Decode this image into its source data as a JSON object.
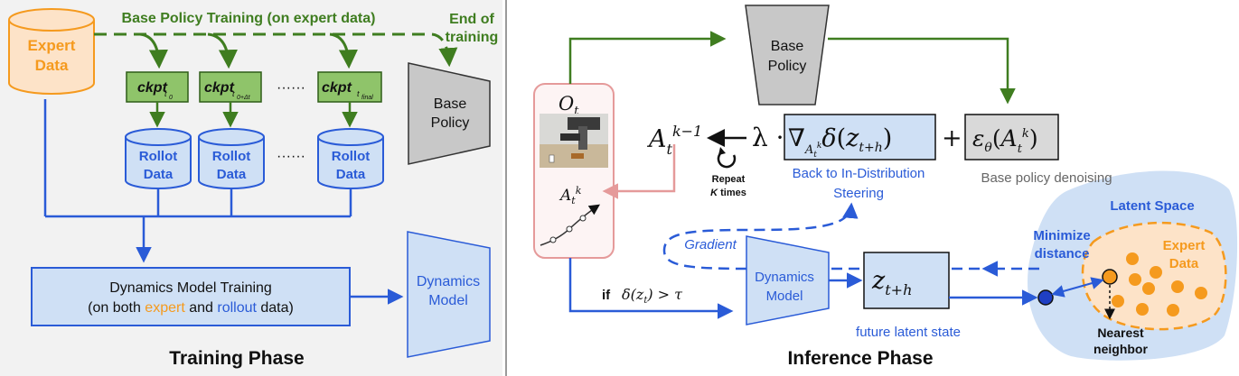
{
  "colors": {
    "green": "#3f7d20",
    "blue": "#2a5bd7",
    "orange": "#f59a1e",
    "pink": "#e59a9a",
    "gray_box": "#c8c8c8",
    "blue_box": "#cfe0f5",
    "green_box": "#8fc46a",
    "latent_bg": "#cfe0f5"
  },
  "training": {
    "expert_data_line1": "Expert",
    "expert_data_line2": "Data",
    "base_policy_training": "Base Policy Training (on expert data)",
    "end_of_training_line1": "End of",
    "end_of_training_line2": "training",
    "ckpt_label": "ckpt",
    "ckpt_subs": [
      "t₀",
      "t₀+Δt",
      "t_final"
    ],
    "ellipsis": "······",
    "rollout_line1": "Rollot",
    "rollout_line2": "Data",
    "base_policy_line1": "Base",
    "base_policy_line2": "Policy",
    "dynamics_training_line1": "Dynamics Model Training",
    "dynamics_training_prefix": "(on both ",
    "dynamics_training_expert": "expert",
    "dynamics_training_and": " and ",
    "dynamics_training_rollout": "rollout",
    "dynamics_training_suffix": " data)",
    "dynamics_model_line1": "Dynamics",
    "dynamics_model_line2": "Model",
    "phase_title": "Training Phase"
  },
  "inference": {
    "base_policy_line1": "Base",
    "base_policy_line2": "Policy",
    "obs_label": "O_t",
    "action_label": "A_t^k",
    "action_prev": "A_t^{k-1}",
    "lambda": "λ ·",
    "grad_term": "∇_{A_t^k} δ(z_{t+h})",
    "plus": "+",
    "eps_term": "ε_θ(A_t^k)",
    "repeat_line1": "Repeat",
    "repeat_line2": "K times",
    "steering_line1": "Back to In-Distribution",
    "steering_line2": "Steering",
    "denoising": "Base policy denoising",
    "gradient": "Gradient",
    "condition_if": "if",
    "condition_expr": "δ(z_t) > τ",
    "dynamics_line1": "Dynamics",
    "dynamics_line2": "Model",
    "latent_state": "z_{t+h}",
    "future_latent": "future latent state",
    "latent_space": "Latent Space",
    "expert_line1": "Expert",
    "expert_line2": "Data",
    "minimize_line1": "Minimize",
    "minimize_line2": "distance",
    "nearest_line1": "Nearest",
    "nearest_line2": "neighbor",
    "phase_title": "Inference Phase"
  }
}
